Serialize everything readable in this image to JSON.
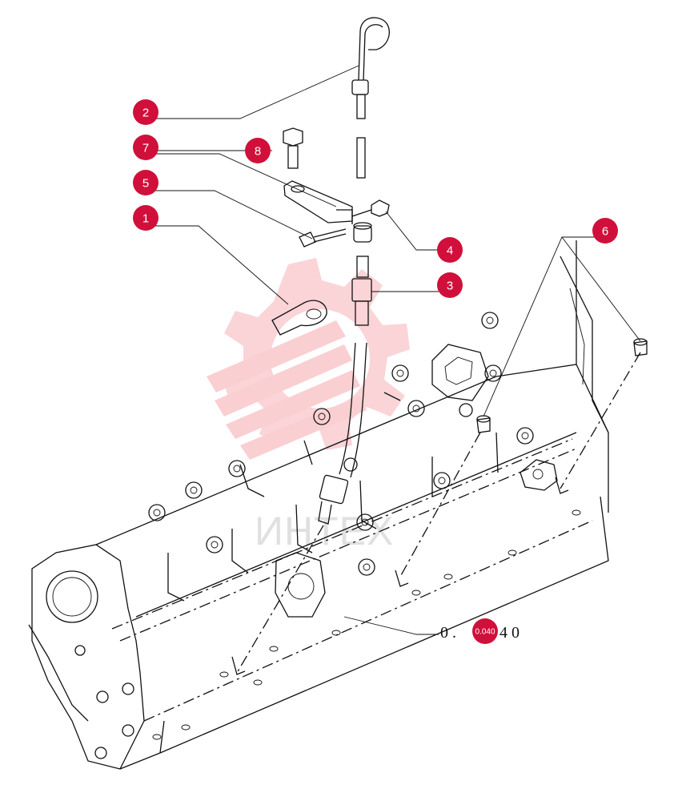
{
  "watermark": {
    "text": "ИНТЕХ",
    "color": "#f4a6ab"
  },
  "callouts": [
    {
      "id": "2",
      "label": "2"
    },
    {
      "id": "8",
      "label": "8"
    },
    {
      "id": "7",
      "label": "7"
    },
    {
      "id": "5",
      "label": "5"
    },
    {
      "id": "1",
      "label": "1"
    },
    {
      "id": "4",
      "label": "4"
    },
    {
      "id": "3",
      "label": "3"
    },
    {
      "id": "6",
      "label": "6"
    }
  ],
  "reference": {
    "left": "0 .",
    "badge": "0.040",
    "right": "4 0"
  },
  "colors": {
    "callout": "#d0103a",
    "line": "#111111"
  }
}
